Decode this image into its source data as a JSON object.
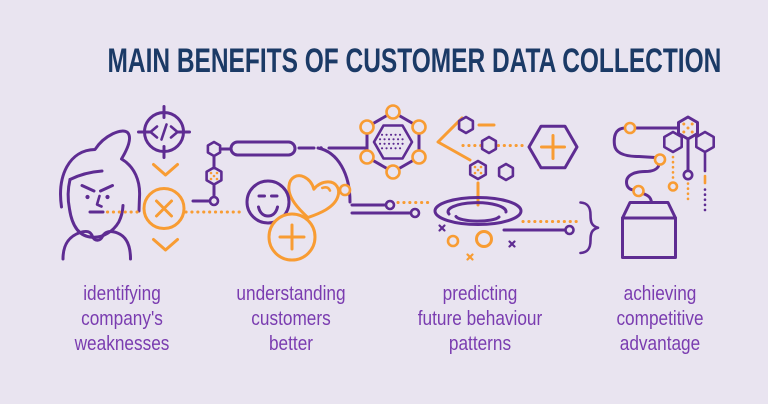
{
  "title": "MAIN BENEFITS OF CUSTOMER DATA COLLECTION",
  "colors": {
    "background": "#e9e4f0",
    "title": "#1b3a66",
    "label": "#7a3cb0",
    "purple": "#5e2c92",
    "orange": "#f89c33"
  },
  "benefits": [
    {
      "id": "identifying-weaknesses",
      "label": "identifying\ncompany's\nweaknesses",
      "icons": [
        "angry-person-icon",
        "code-target-icon",
        "chevron-down-icon",
        "error-x-circle-icon",
        "dotted-connector-icon"
      ]
    },
    {
      "id": "understanding-customers",
      "label": "understanding\ncustomers\nbetter",
      "icons": [
        "circuit-trace-icon",
        "smiley-face-icon",
        "heart-icon",
        "plus-circle-icon"
      ]
    },
    {
      "id": "predicting-patterns",
      "label": "predicting\nfuture behaviour\npatterns",
      "icons": [
        "network-hexagon-icon",
        "angle-bracket-icon",
        "hexagon-plus-icon",
        "funnel-vortex-icon",
        "particles-icon",
        "curly-brace-icon"
      ]
    },
    {
      "id": "achieving-advantage",
      "label": "achieving\ncompetitive\nadvantage",
      "icons": [
        "winding-path-icon",
        "package-box-icon",
        "hexagon-tags-icon"
      ]
    }
  ]
}
